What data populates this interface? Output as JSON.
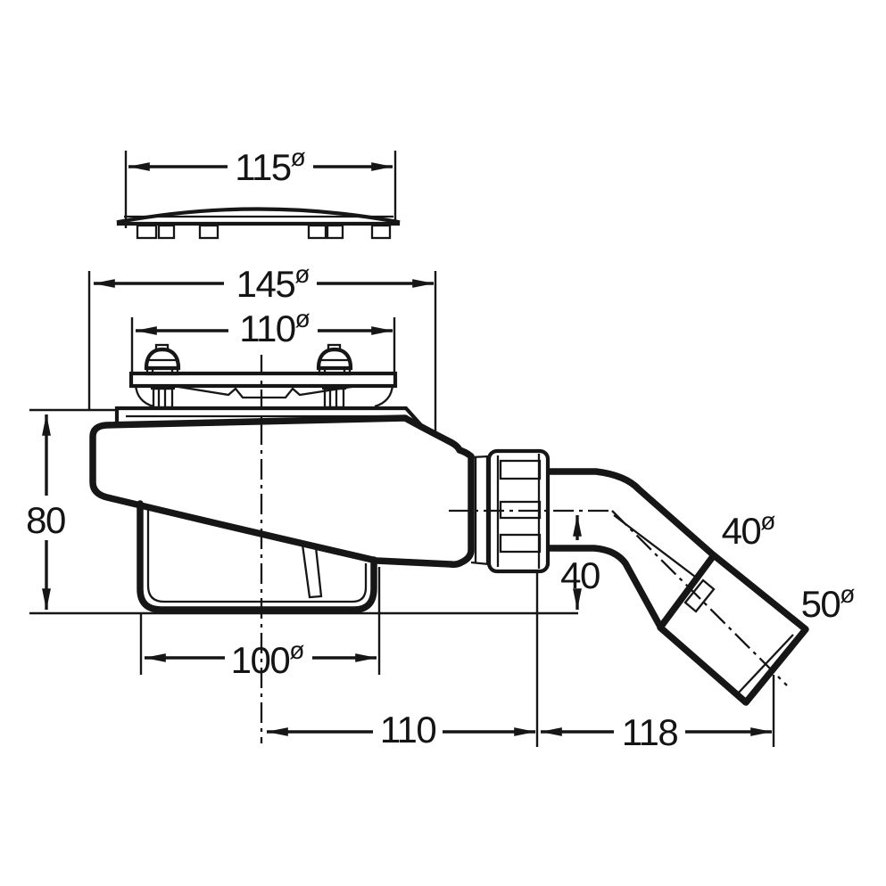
{
  "drawing": {
    "diameter_symbol": "ø",
    "dimensions": {
      "cap_diameter": "115",
      "flange_diameter": "145",
      "body_top_diameter": "110",
      "height": "80",
      "outlet_center_height": "40",
      "cup_diameter": "100",
      "center_to_outlet_joint": "110",
      "outlet_joint_to_end": "118",
      "outlet_pipe_diameter": "40",
      "outlet_end_diameter": "50"
    }
  }
}
